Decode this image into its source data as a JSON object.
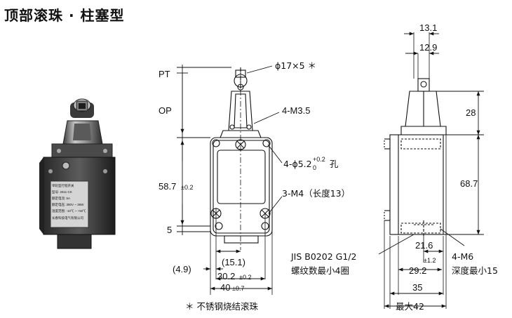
{
  "title": "顶部滚珠 · 柱塞型",
  "footnote": "＊ 不锈钢烧结滚珠",
  "front_view": {
    "pt": "PT",
    "op": "OP",
    "roller": "ϕ17×5 ＊",
    "mount_top": "4-M3.5",
    "hole_main": "4-ϕ5.2",
    "hole_tol_upper": "+0.2",
    "hole_tol_lower": "0",
    "hole_suffix": "孔",
    "m4": "3-M4（长度13）",
    "h587": "58.7",
    "h587_tol": "±0.2",
    "dim5": "5",
    "d151": "(15.1)",
    "d49": "(4.9)",
    "d302": "30.2",
    "d302_tol": "±0.2",
    "d40": "40",
    "d40_tol": "±0.7"
  },
  "side_view": {
    "d131": "13.1",
    "d129": "12.9",
    "d28": "28",
    "d687": "68.7",
    "jis_line1": "JIS B0202 G1/2",
    "jis_line2": "螺纹数最小4圈",
    "d216": "21.6",
    "d216_tol": "±1.2",
    "d292": "29.2",
    "m6_line1": "4-M6",
    "m6_line2": "深度最小15",
    "d35": "35",
    "max42": "最大42"
  },
  "photo_label": {
    "line1": "单轮型行程开关",
    "line2": "型号: 2611-CK",
    "line3": "额定电流: 5A",
    "line4": "额定电压: 380V ~ 36W",
    "line5": "温度范围: -10℃ ~ +50℃",
    "line6": "长春科技电气有限公司"
  }
}
